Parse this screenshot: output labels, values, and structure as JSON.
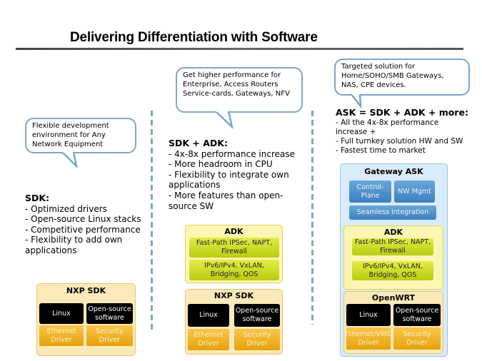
{
  "title": "Delivering Differentiation with Software",
  "colors": {
    "callout_border": "#7ba7cc",
    "sdk_box": "#fbe9b9",
    "adk_box": "#fbf6b3",
    "gateway_box": "#d9ecf9",
    "driver": "#e7a20c",
    "adk_block": "#c4d41a",
    "ask_block": "#4d8cc8"
  },
  "col1": {
    "callout": "Flexible development environment for Any Network Equipment",
    "heading": "SDK:",
    "bullets": [
      "- Optimized drivers",
      "- Open-source Linux stacks",
      "- Competitive performance",
      "- Flexibility to add own",
      "applications"
    ],
    "sdk_box": {
      "title": "NXP SDK",
      "linux": "Linux",
      "oss": "Open-source software",
      "eth": "Ethernet Driver",
      "sec": "Security Driver"
    }
  },
  "col2": {
    "callout": "Get higher performance for Enterprise, Access Routers Service-cards, Gateways, NFV",
    "heading": "SDK  + ADK:",
    "bullets": [
      "- 4x-8x performance increase",
      "- More headroom in CPU",
      "- Flexibility to integrate own",
      "applications",
      "- More features than open-",
      "source SW"
    ],
    "adk_box": {
      "title": "ADK",
      "fastpath": "Fast-Path IPSec, NAPT, Firewall",
      "proto": "IPv6/IPv4, VxLAN, Bridging, QOS"
    },
    "sdk_box": {
      "title": "NXP SDK",
      "linux": "Linux",
      "oss": "Open-source software",
      "eth": "Ethernet Driver",
      "sec": "Security Driver"
    }
  },
  "col3": {
    "callout": "Targeted solution for Home/SOHO/SMB Gateways, NAS, CPE devices.",
    "heading": "ASK = SDK + ADK + more:",
    "bullets": [
      "- All the 4x-8x performance",
      "increase +",
      "- Full turnkey solution HW and SW",
      "- Fastest time to market"
    ],
    "gateway": {
      "title": "Gateway ASK",
      "control": "Control-Plane",
      "nwmgmt": "NW Mgmt",
      "seamless": "Seamless integration"
    },
    "adk_box": {
      "title": "ADK",
      "fastpath": "Fast-Path IPSec, NAPT, Firewall",
      "proto": "IPv6/IPv4, VxLAN, Bridging, QOS"
    },
    "openwrt_box": {
      "title": "OpenWRT",
      "linux": "Linux",
      "oss": "Open-source software",
      "eth": "Ethernet/VWD Driver",
      "sec": "Security Driver"
    }
  }
}
